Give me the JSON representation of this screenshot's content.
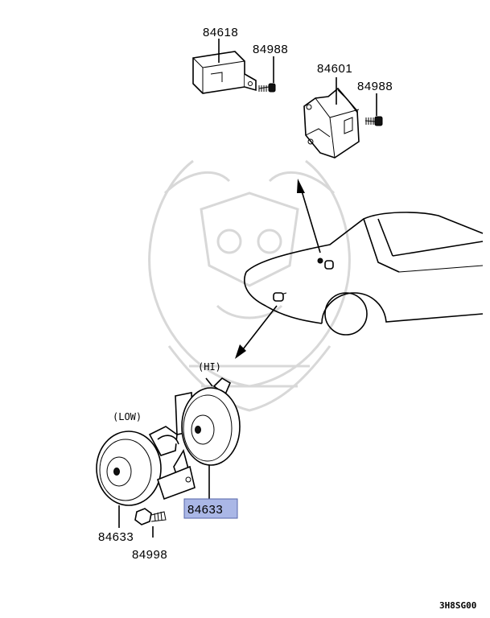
{
  "labels": {
    "relay": "84618",
    "screw_relay": "84988",
    "bracket": "84601",
    "screw_bracket": "84988",
    "horn_hi_tag": "(HI)",
    "horn_low_tag": "(LOW)",
    "horn_hi_part": "84633",
    "horn_low_part": "84633",
    "bolt": "84998"
  },
  "diagram_code": "3H8SG00",
  "colors": {
    "highlight_fill": "#aab7e6",
    "highlight_stroke": "#5566aa",
    "line": "#000000",
    "watermark": "#d8d8d8"
  }
}
